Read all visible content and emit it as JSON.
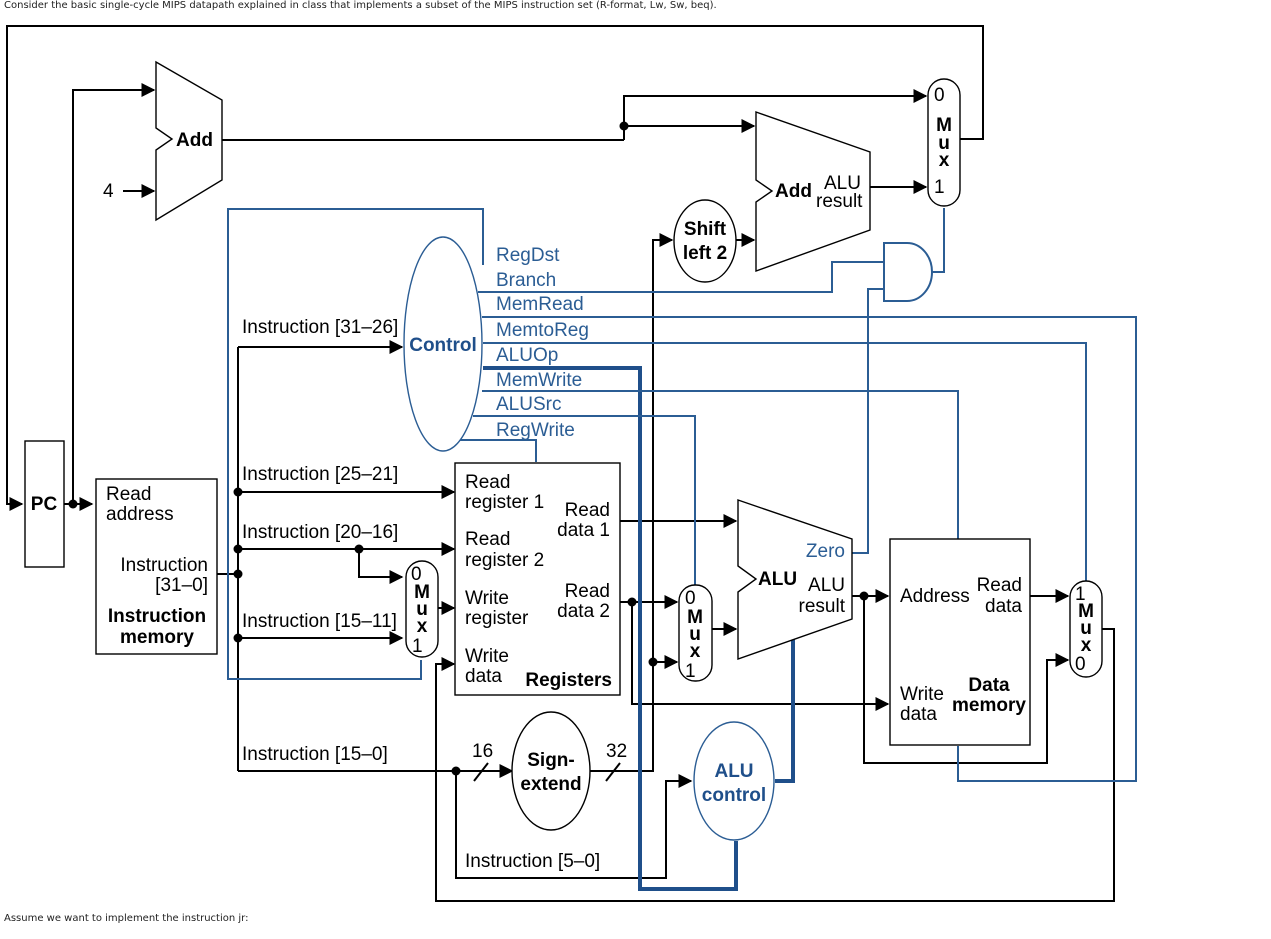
{
  "captions": {
    "top": "Consider the basic single-cycle MIPS datapath explained in class that implements a subset of the MIPS instruction set (R-format, Lw, Sw, beq).",
    "bottom": "Assume we want to implement the instruction jr:"
  },
  "colors": {
    "wire": "#000000",
    "control_signal": "#2b5d94",
    "aluop_bus": "#1f4f8a"
  },
  "blocks": {
    "pc": "PC",
    "adder_pc": "Add",
    "adder_branch": "Add",
    "adder_branch_out": [
      "ALU",
      "result"
    ],
    "four": "4",
    "shift": [
      "Shift",
      "left 2"
    ],
    "control": "Control",
    "instr_mem": {
      "in": [
        "Read",
        "address"
      ],
      "out": [
        "Instruction",
        "[31–0]"
      ],
      "title": [
        "Instruction",
        "memory"
      ]
    },
    "registers": {
      "read1": [
        "Read",
        "register 1"
      ],
      "read2": [
        "Read",
        "register 2"
      ],
      "write_reg": [
        "Write",
        "register"
      ],
      "write_data": [
        "Write",
        "data"
      ],
      "rd1": [
        "Read",
        "data 1"
      ],
      "rd2": [
        "Read",
        "data 2"
      ],
      "title": "Registers"
    },
    "alu": {
      "name": "ALU",
      "zero": "Zero",
      "result": [
        "ALU",
        "result"
      ]
    },
    "sign_extend": [
      "Sign-",
      "extend"
    ],
    "alu_control": [
      "ALU",
      "control"
    ],
    "data_mem": {
      "address": "Address",
      "read": [
        "Read",
        "data"
      ],
      "write": [
        "Write",
        "data"
      ],
      "title": [
        "Data",
        "memory"
      ]
    },
    "bits_in": "16",
    "bits_out": "32"
  },
  "mux": {
    "letters": [
      "M",
      "u",
      "x"
    ],
    "top": {
      "first": "0",
      "last": "1"
    },
    "regdst": {
      "first": "0",
      "last": "1"
    },
    "alusrc": {
      "first": "0",
      "last": "1"
    },
    "memtoreg": {
      "first": "1",
      "last": "0"
    }
  },
  "control_signals": [
    "RegDst",
    "Branch",
    "MemRead",
    "MemtoReg",
    "ALUOp",
    "MemWrite",
    "ALUSrc",
    "RegWrite"
  ],
  "instruction_fields": {
    "op": "Instruction [31–26]",
    "rs": "Instruction [25–21]",
    "rt": "Instruction [20–16]",
    "rd": "Instruction [15–11]",
    "imm": "Instruction [15–0]",
    "funct": "Instruction [5–0]"
  }
}
